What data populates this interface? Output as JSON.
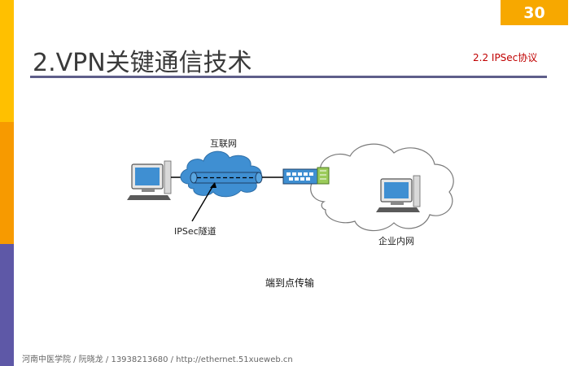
{
  "page_number": "30",
  "title": "2.VPN关键通信技术",
  "subtitle": "2.2 IPSec协议",
  "diagram": {
    "internet_label": "互联网",
    "tunnel_label": "IPSec隧道",
    "intranet_label": "企业内网"
  },
  "caption": "端到点传输",
  "footer": "河南中医学院 / 阮晓龙 / 13938213680 / http://ethernet.51xueweb.cn",
  "colors": {
    "sidebar_yellow": "#FFC000",
    "sidebar_orange": "#F79A00",
    "sidebar_purple": "#5E58A7",
    "page_badge": "#F7A800",
    "subtitle": "#C00000",
    "cloud_blue": "#3F8FD2"
  }
}
